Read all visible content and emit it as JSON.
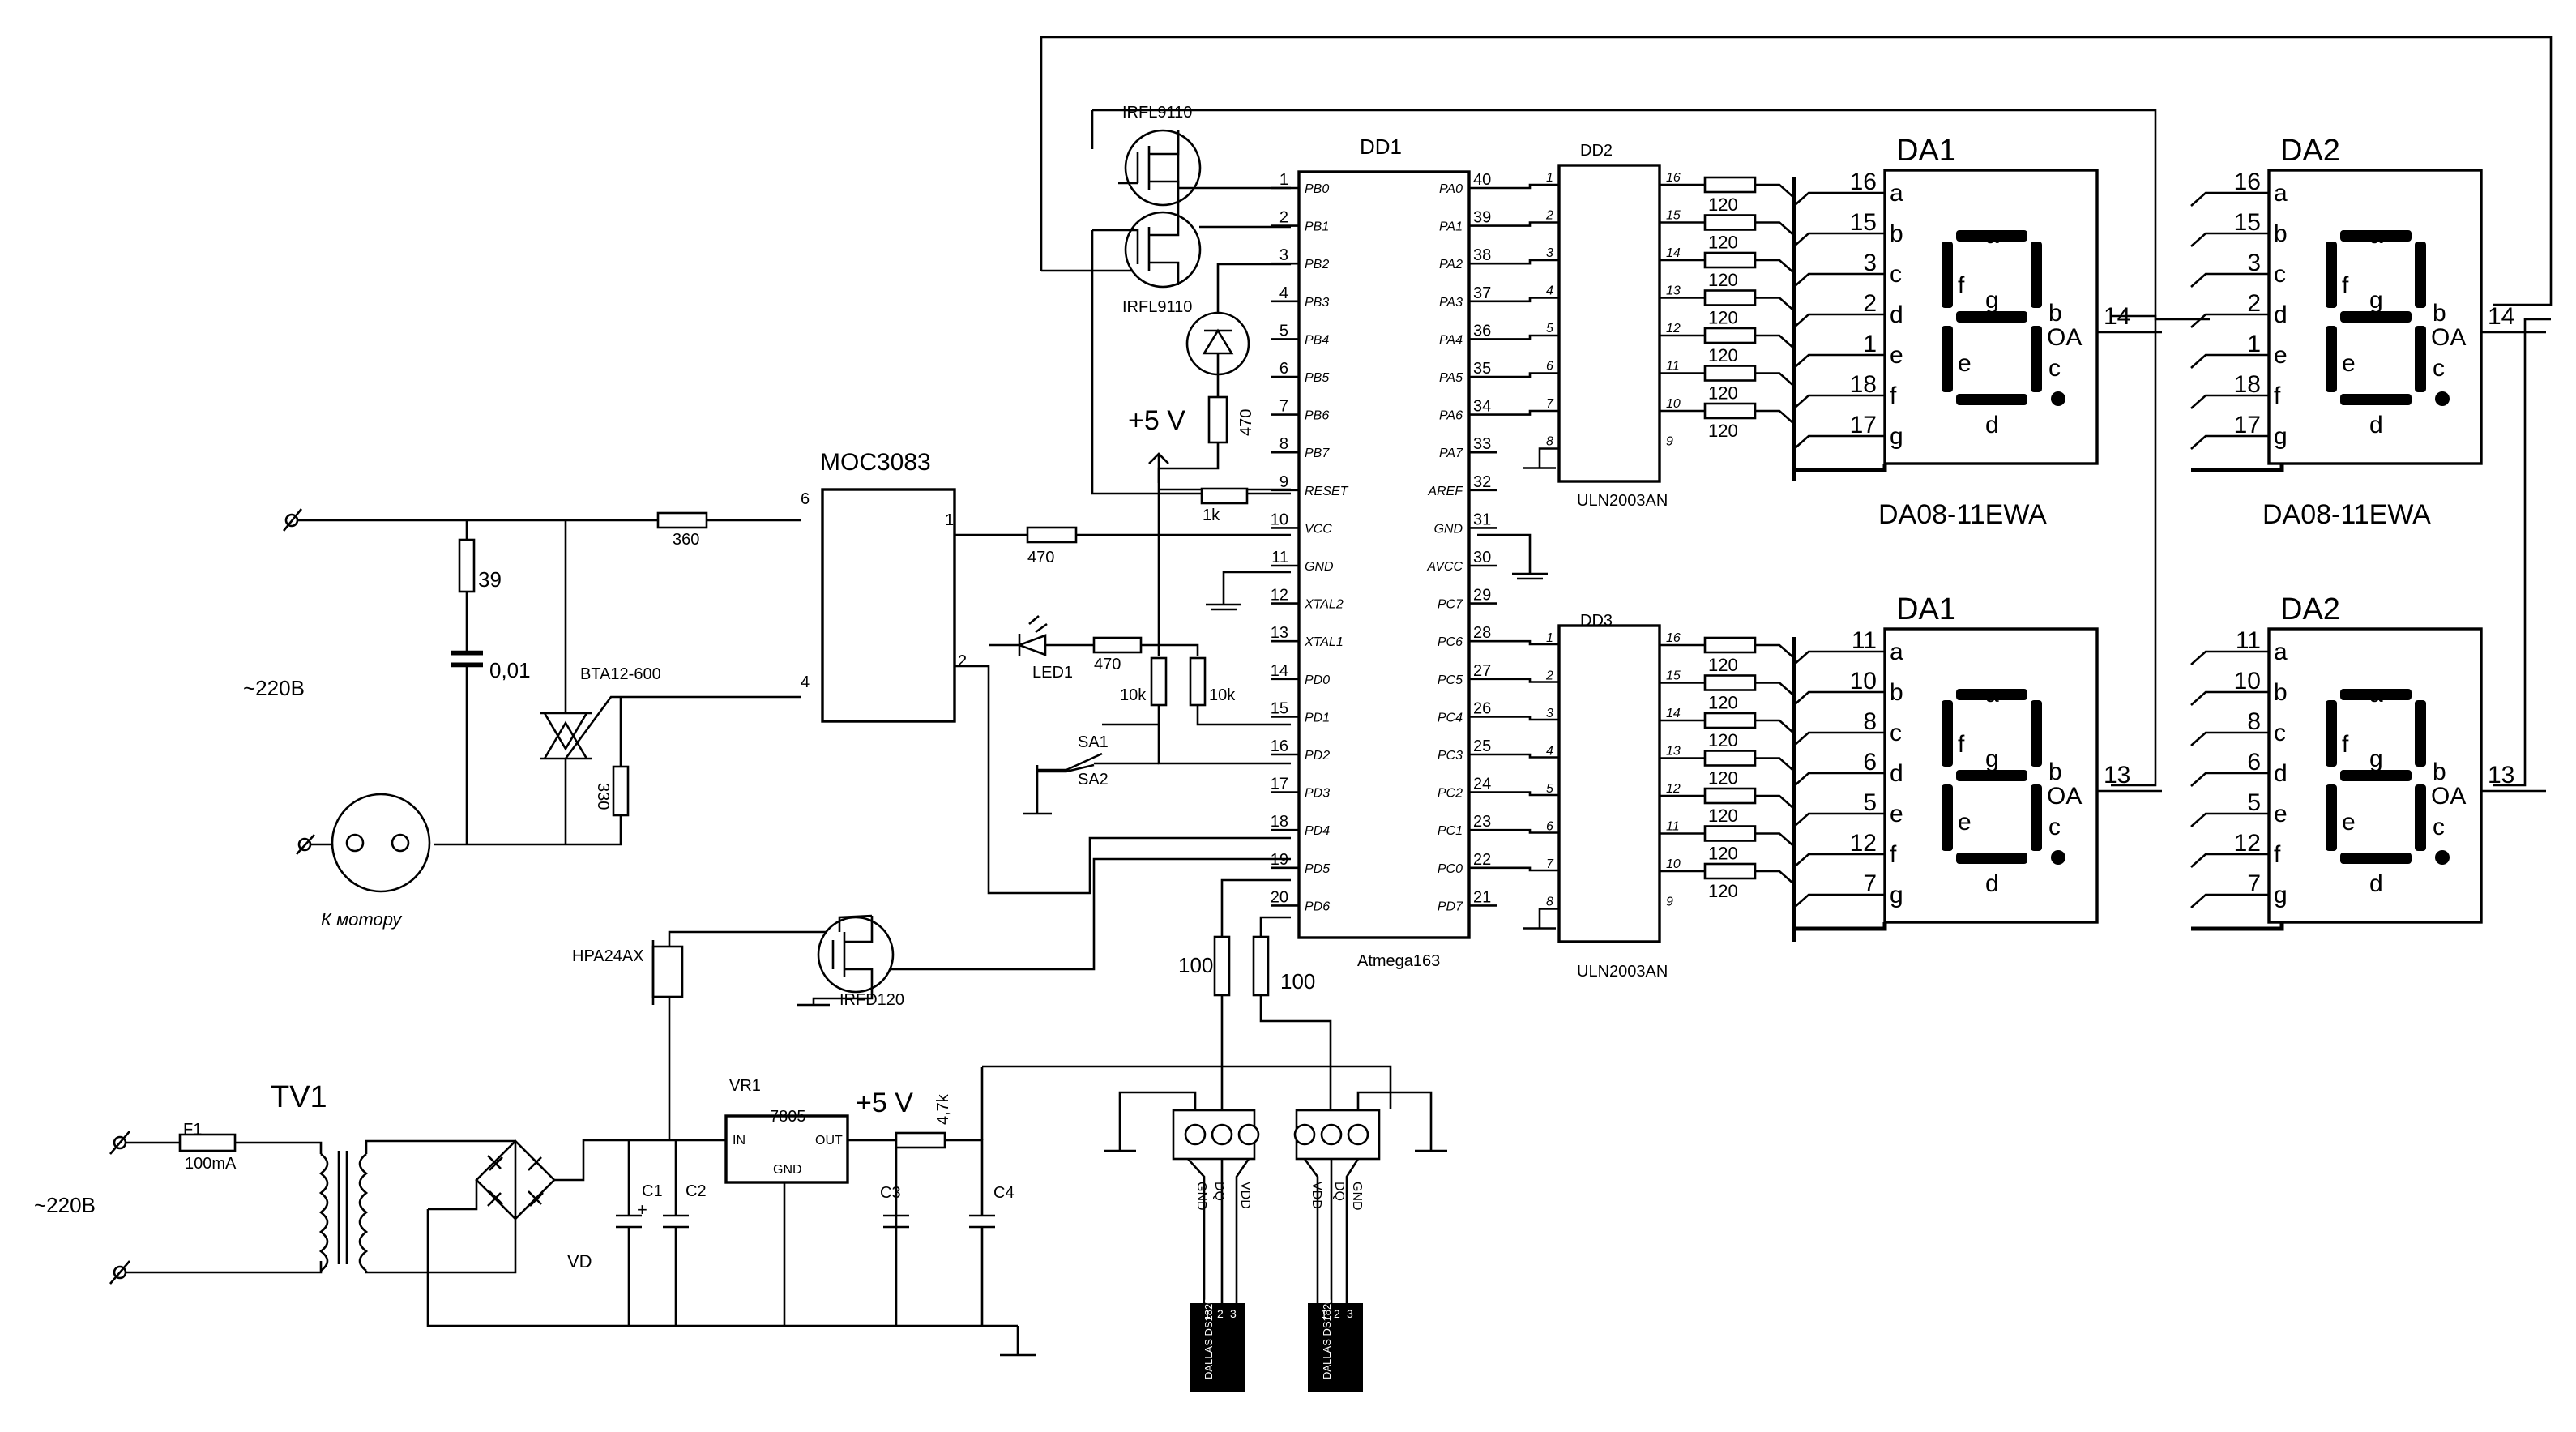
{
  "mcu": {
    "ref": "DD1",
    "part": "Atmega163",
    "left_pins": [
      {
        "num": "1",
        "name": "PB0"
      },
      {
        "num": "2",
        "name": "PB1"
      },
      {
        "num": "3",
        "name": "PB2"
      },
      {
        "num": "4",
        "name": "PB3"
      },
      {
        "num": "5",
        "name": "PB4"
      },
      {
        "num": "6",
        "name": "PB5"
      },
      {
        "num": "7",
        "name": "PB6"
      },
      {
        "num": "8",
        "name": "PB7"
      },
      {
        "num": "9",
        "name": "RESET"
      },
      {
        "num": "10",
        "name": "VCC"
      },
      {
        "num": "11",
        "name": "GND"
      },
      {
        "num": "12",
        "name": "XTAL2"
      },
      {
        "num": "13",
        "name": "XTAL1"
      },
      {
        "num": "14",
        "name": "PD0"
      },
      {
        "num": "15",
        "name": "PD1"
      },
      {
        "num": "16",
        "name": "PD2"
      },
      {
        "num": "17",
        "name": "PD3"
      },
      {
        "num": "18",
        "name": "PD4"
      },
      {
        "num": "19",
        "name": "PD5"
      },
      {
        "num": "20",
        "name": "PD6"
      }
    ],
    "right_pins": [
      {
        "num": "40",
        "name": "PA0"
      },
      {
        "num": "39",
        "name": "PA1"
      },
      {
        "num": "38",
        "name": "PA2"
      },
      {
        "num": "37",
        "name": "PA3"
      },
      {
        "num": "36",
        "name": "PA4"
      },
      {
        "num": "35",
        "name": "PA5"
      },
      {
        "num": "34",
        "name": "PA6"
      },
      {
        "num": "33",
        "name": "PA7"
      },
      {
        "num": "32",
        "name": "AREF"
      },
      {
        "num": "31",
        "name": "GND"
      },
      {
        "num": "30",
        "name": "AVCC"
      },
      {
        "num": "29",
        "name": "PC7"
      },
      {
        "num": "28",
        "name": "PC6"
      },
      {
        "num": "27",
        "name": "PC5"
      },
      {
        "num": "26",
        "name": "PC4"
      },
      {
        "num": "25",
        "name": "PC3"
      },
      {
        "num": "24",
        "name": "PC2"
      },
      {
        "num": "23",
        "name": "PC1"
      },
      {
        "num": "22",
        "name": "PC0"
      },
      {
        "num": "21",
        "name": "PD7"
      }
    ]
  },
  "drivers": [
    {
      "ref": "DD2",
      "part": "ULN2003AN",
      "in_pins": [
        "1",
        "2",
        "3",
        "4",
        "5",
        "6",
        "7",
        "8"
      ],
      "out_pins": [
        "16",
        "15",
        "14",
        "13",
        "12",
        "11",
        "10",
        "9"
      ]
    },
    {
      "ref": "DD3",
      "part": "ULN2003AN",
      "in_pins": [
        "1",
        "2",
        "3",
        "4",
        "5",
        "6",
        "7",
        "8"
      ],
      "out_pins": [
        "16",
        "15",
        "14",
        "13",
        "12",
        "11",
        "10",
        "9"
      ]
    }
  ],
  "resistor_value_120": "120",
  "displays": [
    {
      "ref": "DA1",
      "part": "DA08-11EWA",
      "seg_pins": [
        "16",
        "15",
        "3",
        "2",
        "1",
        "18",
        "17"
      ],
      "common_pin": "14"
    },
    {
      "ref": "DA2",
      "part": "DA08-11EWA",
      "seg_pins": [
        "16",
        "15",
        "3",
        "2",
        "1",
        "18",
        "17"
      ],
      "common_pin": "14"
    },
    {
      "ref": "DA1",
      "part": "",
      "seg_pins": [
        "11",
        "10",
        "8",
        "6",
        "5",
        "12",
        "7"
      ],
      "common_pin": "13"
    },
    {
      "ref": "DA2",
      "part": "",
      "seg_pins": [
        "11",
        "10",
        "8",
        "6",
        "5",
        "12",
        "7"
      ],
      "common_pin": "13"
    }
  ],
  "segment_letters": [
    "a",
    "b",
    "c",
    "d",
    "e",
    "f",
    "g"
  ],
  "display_inner": {
    "a": "a",
    "b": "b",
    "c": "c",
    "d": "d",
    "e": "e",
    "f": "f",
    "g": "g",
    "oa": "OA"
  },
  "labels": {
    "q_top": "IRFL9110",
    "q_bottom": "IRFL9110",
    "vcc_flag": "+5 V",
    "r_led": "470",
    "r_reset": "1k",
    "moc": "MOC3083",
    "moc_pin6": "6",
    "moc_pin4": "4",
    "moc_pin1": "1",
    "moc_pin2": "2",
    "r_360": "360",
    "r_39": "39",
    "c_001": "0,01",
    "mains_top": "~220B",
    "triac": "BTA12-600",
    "r_330": "330",
    "motor": "К мотору",
    "r_470_vcc": "470",
    "led1": "LED1",
    "r_470_led1": "470",
    "r_10k_a": "10k",
    "r_10k_b": "10k",
    "sa1": "SA1",
    "sa2": "SA2",
    "buzzer": "HPA24AX",
    "q_buzzer": "IRFD120",
    "r_100_a": "100",
    "r_100_b": "100",
    "tv1": "TV1",
    "f1": "F1",
    "f1_val": "100mA",
    "mains_bottom": "~220B",
    "vd": "VD",
    "c1": "C1",
    "c2": "C2",
    "c1_plus": "+",
    "vr1": "VR1",
    "reg": "7805",
    "reg_in": "IN",
    "reg_out": "OUT",
    "reg_gnd": "GND",
    "v5_out": "+5 V",
    "r_4k7": "4,7k",
    "c3": "C3",
    "c4": "C4",
    "sensor_pins_a": [
      "GND",
      "DQ",
      "VDD"
    ],
    "sensor_pins_b": [
      "VDD",
      "DQ",
      "GND"
    ],
    "sensor_chip": "DALLAS DS1820",
    "sensor_chip_pins": [
      "1",
      "2",
      "3"
    ]
  }
}
